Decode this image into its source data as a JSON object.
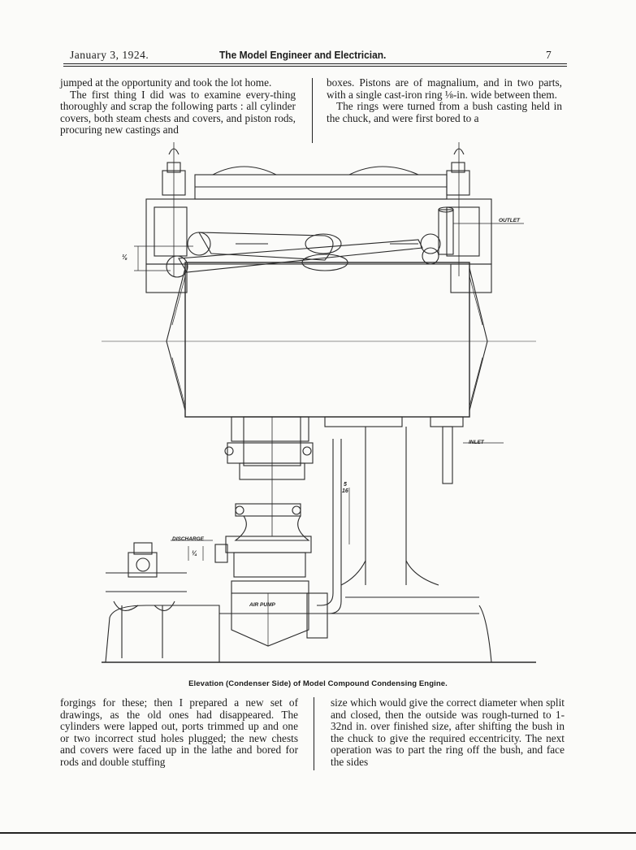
{
  "header": {
    "date": "January 3, 1924.",
    "title": "The Model Engineer and Electrician.",
    "page_number": "7"
  },
  "top_left_column": [
    "jumped at the opportunity and took the lot home.",
    "The first thing I did was to examine every-thing thoroughly and scrap the following parts : all cylinder covers, both steam chests and covers, and piston rods, procuring new castings and"
  ],
  "top_right_column": [
    "boxes. Pistons are of magnalium, and in two parts, with a single cast-iron ring ⅛-in. wide between them.",
    "The rings were turned from a bush casting held in the chuck, and were first bored to a"
  ],
  "figure": {
    "labels": {
      "outlet": "OUTLET",
      "inlet": "INLET",
      "discharge": "DISCHARGE",
      "air_pump": "AIR PUMP",
      "dim_left": "⅛",
      "dim_discharge": "¼",
      "dim_pipe_num": "5",
      "dim_pipe_den": "16"
    },
    "caption": "Elevation (Condenser Side) of Model Compound Condensing Engine."
  },
  "bottom_left_column": [
    "forgings for these; then I prepared a new set of drawings, as the old ones had disappeared. The cylinders were lapped out, ports trimmed up and one or two incorrect stud holes plugged; the new chests and covers were faced up in the lathe and bored for rods and double stuffing"
  ],
  "bottom_right_column": [
    "size which would give the correct diameter when split and closed, then the outside was rough-turned to 1-32nd in. over finished size, after shifting the bush in the chuck to give the required eccentricity. The next operation was to part the ring off the bush, and face the sides"
  ]
}
